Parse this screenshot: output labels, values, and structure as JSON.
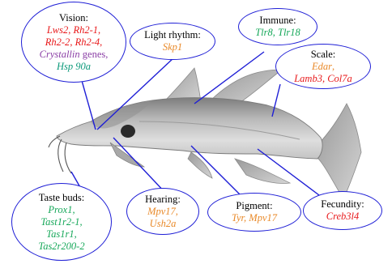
{
  "callouts": {
    "vision": {
      "title": "Vision:",
      "line1": [
        "Lws2",
        ", ",
        "Rh2-1",
        ","
      ],
      "line2": [
        "Rh2-2",
        ", ",
        "Rh2-4",
        ","
      ],
      "line3_gene": "Crystallin",
      "line3_suffix": " genes,",
      "line4": "Hsp 90a",
      "colors": {
        "line1": "#e8191b",
        "line2": "#e8191b",
        "line3": "#8b3fa6",
        "line4": "#0f9b7c"
      }
    },
    "light_rhythm": {
      "title": "Light rhythm:",
      "gene": "Skp1",
      "color": "#e98a2a"
    },
    "immune": {
      "title": "Immune:",
      "genes": "Tlr8, Tlr18",
      "color": "#17a85a"
    },
    "scale": {
      "title": "Scale:",
      "gene1": "Edar",
      "gene1_suffix": ",",
      "gene2": "Lamb3, Col7a",
      "colors": [
        "#e98a2a",
        "#e8191b"
      ]
    },
    "taste_buds": {
      "title": "Taste buds:",
      "genes": [
        "Prox1,",
        "Tast1r2-1,",
        "Tas1r1,",
        "Tas2r200-2"
      ],
      "color": "#17a85a"
    },
    "hearing": {
      "title": "Hearing:",
      "genes": [
        "Mpv17,",
        "Ush2a"
      ],
      "color": "#e98a2a"
    },
    "pigment": {
      "title": "Pigment:",
      "genes": "Tyr, Mpv17",
      "color": "#e98a2a"
    },
    "fecundity": {
      "title": "Fecundity:",
      "gene": "Creb3l4",
      "color": "#e8191b"
    }
  },
  "colors": {
    "outline": "#1f1fd6"
  }
}
